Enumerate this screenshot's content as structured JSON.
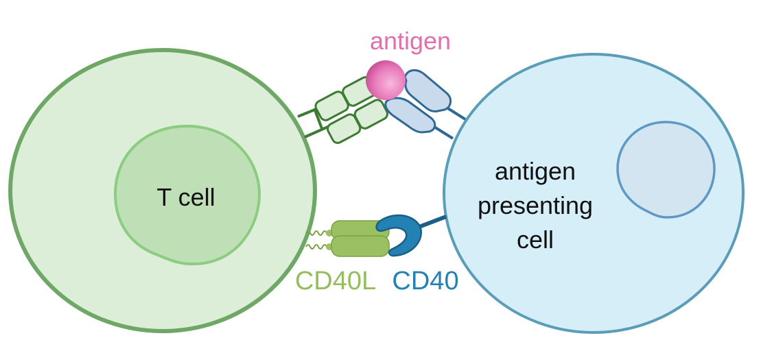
{
  "diagram": {
    "title": "T cell and antigen presenting cell interaction",
    "colors": {
      "tcell_fill": "#ddeed8",
      "tcell_stroke": "#6fa866",
      "tcell_nucleus_fill": "#bfe0b6",
      "tcell_nucleus_stroke": "#8ccc80",
      "apc_fill": "#d6eef7",
      "apc_stroke": "#5b9db8",
      "apc_nucleus_fill": "#d3e5f0",
      "apc_nucleus_stroke": "#5f98c4",
      "tcr_fill": "#ddeed8",
      "tcr_stroke": "#3d7a33",
      "mhc_fill": "#c8daec",
      "mhc_stroke": "#2e6893",
      "antigen": "#e873b6",
      "cd40l_fill": "#9bc062",
      "cd40l_stroke": "#7aa044",
      "cd40_fill": "#2481b3",
      "cd40_stroke": "#1b5f86",
      "antigen_label": "#e06fae",
      "cd40l_label": "#95bd5e",
      "cd40_label": "#2481b3"
    },
    "labels": {
      "t_cell": "T cell",
      "apc_line1": "antigen",
      "apc_line2": "presenting",
      "apc_line3": "cell",
      "antigen": "antigen",
      "cd40l": "CD40L",
      "cd40": "CD40"
    }
  }
}
